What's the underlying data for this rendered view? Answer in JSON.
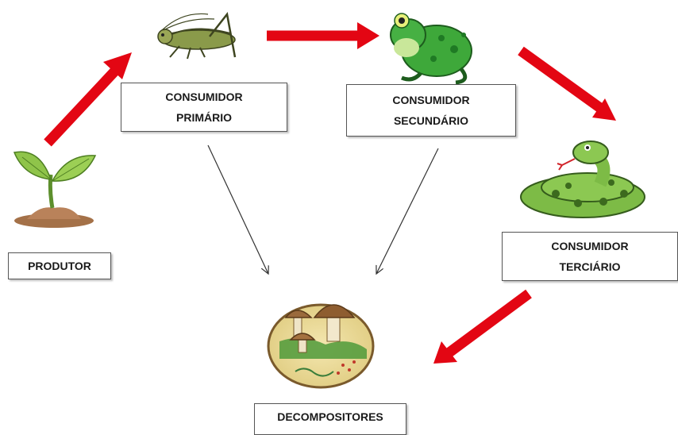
{
  "labels": {
    "produtor": "PRODUTOR",
    "consumidor_primario": [
      "CONSUMIDOR",
      "PRIMÁRIO"
    ],
    "consumidor_secundario": [
      "CONSUMIDOR",
      "SECUNDÁRIO"
    ],
    "consumidor_terciario": [
      "CONSUMIDOR",
      "TERCIÁRIO"
    ],
    "decompositores": "DECOMPOSITORES"
  },
  "organisms": [
    "plant-icon",
    "grasshopper-icon",
    "frog-icon",
    "snake-icon",
    "mushroom-icon"
  ],
  "colors": {
    "energy_arrow": "#e30613",
    "decomposition_arrow": "#333333",
    "box_border": "#555555"
  }
}
